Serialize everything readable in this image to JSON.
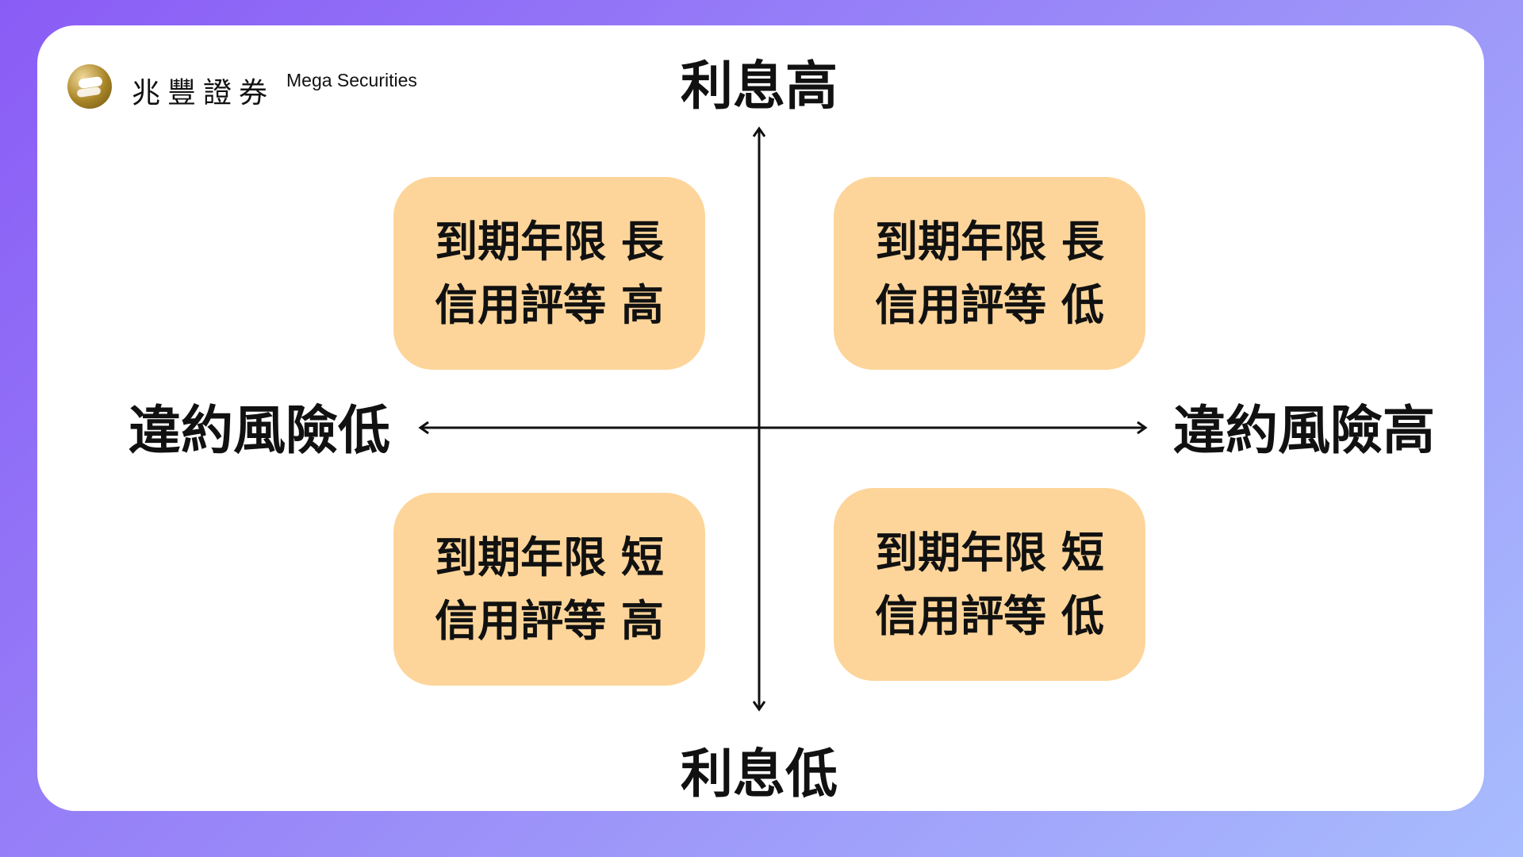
{
  "brand": {
    "name_zh": "兆豐證券",
    "name_en": "Mega Securities"
  },
  "axes": {
    "top": "利息高",
    "bottom": "利息低",
    "left": "違約風險低",
    "right": "違約風險高"
  },
  "quadrants": [
    {
      "line1": "到期年限 長",
      "line2": "信用評等 高"
    },
    {
      "line1": "到期年限 長",
      "line2": "信用評等 低"
    },
    {
      "line1": "到期年限 短",
      "line2": "信用評等 高"
    },
    {
      "line1": "到期年限 短",
      "line2": "信用評等 低"
    }
  ],
  "colors": {
    "box": "#fdd59a",
    "accent": "#8a5cf6"
  }
}
